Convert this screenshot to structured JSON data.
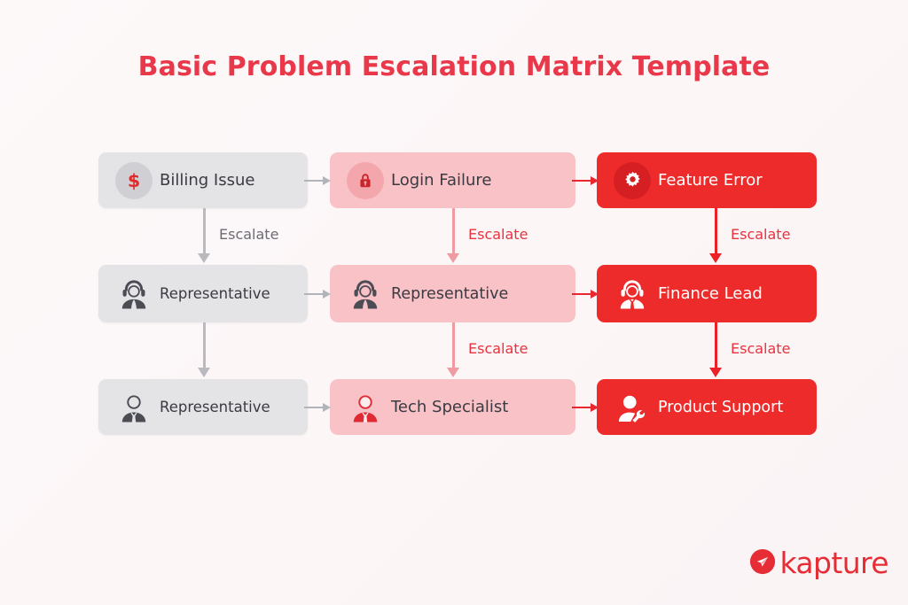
{
  "page": {
    "title": "Basic Problem Escalation Matrix Template",
    "background_color": "#fdf8f9",
    "accent_color": "#ee2b2b"
  },
  "matrix": {
    "columns": [
      {
        "name": "billing",
        "tone": "gray"
      },
      {
        "name": "login",
        "tone": "pink"
      },
      {
        "name": "feature",
        "tone": "red"
      }
    ],
    "rows": [
      {
        "name": "issue-row",
        "cells": [
          {
            "label": "Billing Issue",
            "icon": "dollar-icon",
            "tone": "gray"
          },
          {
            "label": "Login Failure",
            "icon": "lock-icon",
            "tone": "pink"
          },
          {
            "label": "Feature Error",
            "icon": "gear-icon",
            "tone": "red"
          }
        ]
      },
      {
        "name": "tier-one-row",
        "cells": [
          {
            "label": "Representative",
            "icon": "agent-headset-icon",
            "tone": "gray"
          },
          {
            "label": "Representative",
            "icon": "agent-headset-icon",
            "tone": "pink"
          },
          {
            "label": "Finance Lead",
            "icon": "agent-headset-icon",
            "tone": "red"
          }
        ]
      },
      {
        "name": "tier-two-row",
        "cells": [
          {
            "label": "Representative",
            "icon": "person-tie-icon",
            "tone": "gray"
          },
          {
            "label": "Tech Specialist",
            "icon": "person-tie-icon",
            "tone": "pink"
          },
          {
            "label": "Product Support",
            "icon": "person-wrench-icon",
            "tone": "red"
          }
        ]
      }
    ],
    "escalate_labels": {
      "col0_row0": "Escalate",
      "col0_row1": "",
      "col1_row0": "Escalate",
      "col1_row1": "Escalate",
      "col2_row0": "Escalate",
      "col2_row1": "Escalate"
    },
    "flow_arrows": {
      "horizontal": "right-arrow",
      "vertical": "down-arrow"
    }
  },
  "logo": {
    "text": "kapture",
    "mark": "kapture-logo-icon",
    "color": "#e62d35"
  }
}
